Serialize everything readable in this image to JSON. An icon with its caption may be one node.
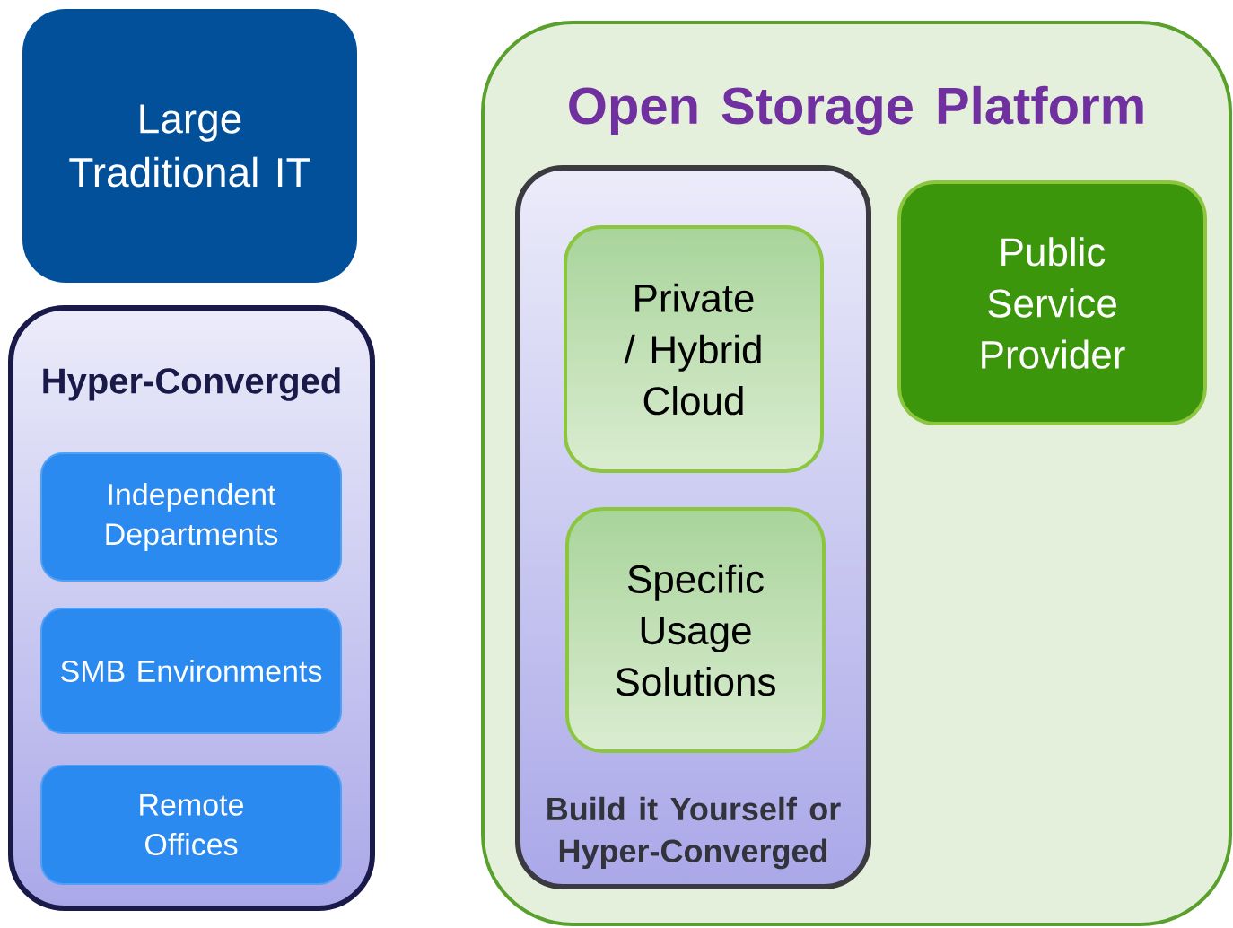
{
  "diagram": {
    "nodes": [
      {
        "text": [
          "Large Traditional IT"
        ]
      },
      {
        "text": [
          "Hyper-Converged"
        ]
      },
      {
        "text": [
          "Independent Departments"
        ],
        "in": 1
      },
      {
        "text": [
          "SMB Environments"
        ],
        "in": 1
      },
      {
        "text": [
          "Remote Offices"
        ],
        "in": 1
      },
      {
        "text": [
          "Open Storage Platform"
        ]
      },
      {
        "text": [
          "Build it Yourself or Hyper-Converged"
        ],
        "in": 5
      },
      {
        "text": [
          "Private / Hybrid Cloud"
        ],
        "in": 6
      },
      {
        "text": [
          "Specific Usage Solutions"
        ],
        "in": 6
      },
      {
        "text": [
          "Public Service Provider"
        ],
        "in": 5
      }
    ]
  }
}
